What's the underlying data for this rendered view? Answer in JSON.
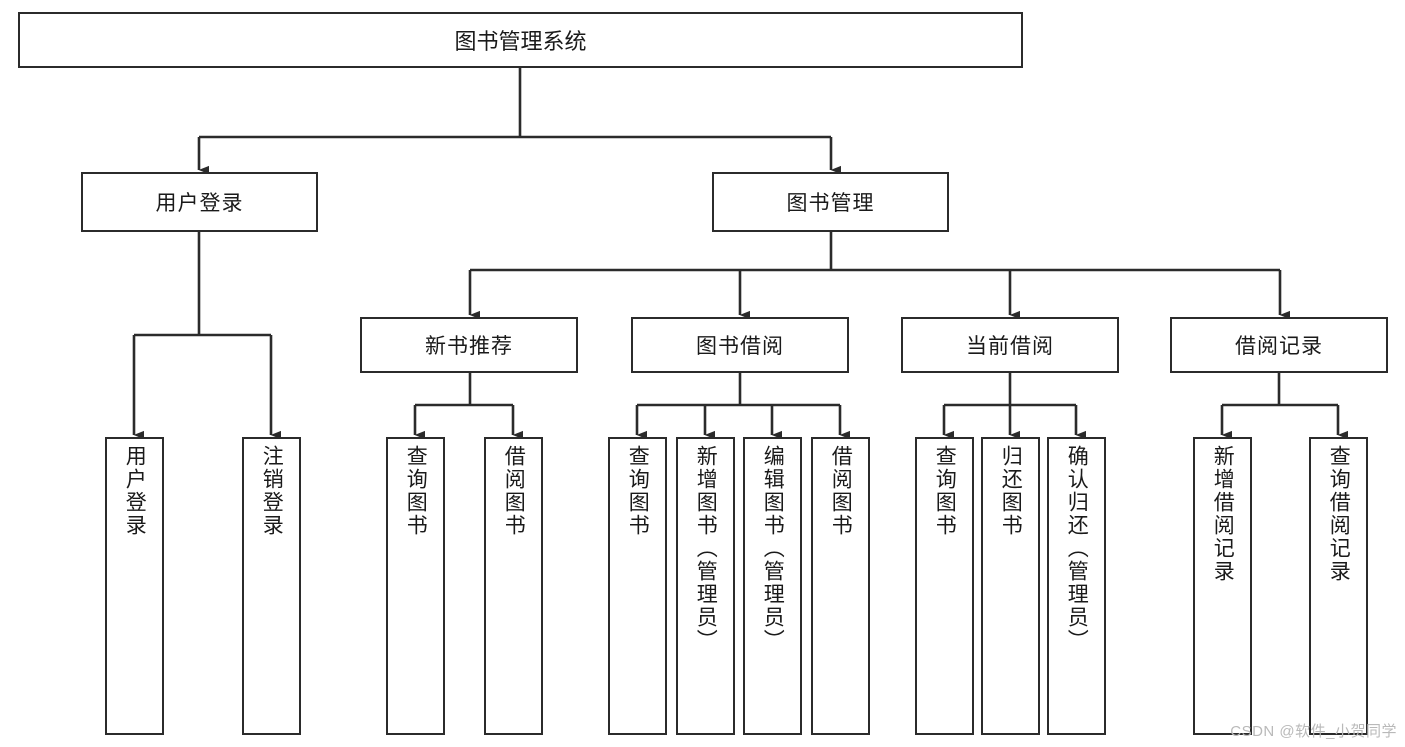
{
  "diagram": {
    "title": "图书管理系统",
    "type": "tree-hierarchy-chart",
    "root": {
      "label": "图书管理系统"
    },
    "level1": [
      {
        "label": "用户登录"
      },
      {
        "label": "图书管理"
      }
    ],
    "level2": [
      {
        "label": "新书推荐"
      },
      {
        "label": "图书借阅"
      },
      {
        "label": "当前借阅"
      },
      {
        "label": "借阅记录"
      }
    ],
    "leaves": {
      "user_login": [
        {
          "label": "用户登录"
        },
        {
          "label": "注销登录"
        }
      ],
      "new_book_recommend": [
        {
          "label": "查询图书"
        },
        {
          "label": "借阅图书"
        }
      ],
      "book_borrow": [
        {
          "label": "查询图书"
        },
        {
          "label": "新增图书（管理员）"
        },
        {
          "label": "编辑图书（管理员）"
        },
        {
          "label": "借阅图书"
        }
      ],
      "current_borrow": [
        {
          "label": "查询图书"
        },
        {
          "label": "归还图书"
        },
        {
          "label": "确认归还（管理员）"
        }
      ],
      "borrow_record": [
        {
          "label": "新增借阅记录"
        },
        {
          "label": "查询借阅记录"
        }
      ]
    }
  },
  "watermark": {
    "text": "CSDN @软件_小贺同学"
  },
  "colors": {
    "stroke": "#2b2b2b",
    "background": "#ffffff",
    "text": "#1a1a1a",
    "watermark": "#b9b9b9"
  }
}
